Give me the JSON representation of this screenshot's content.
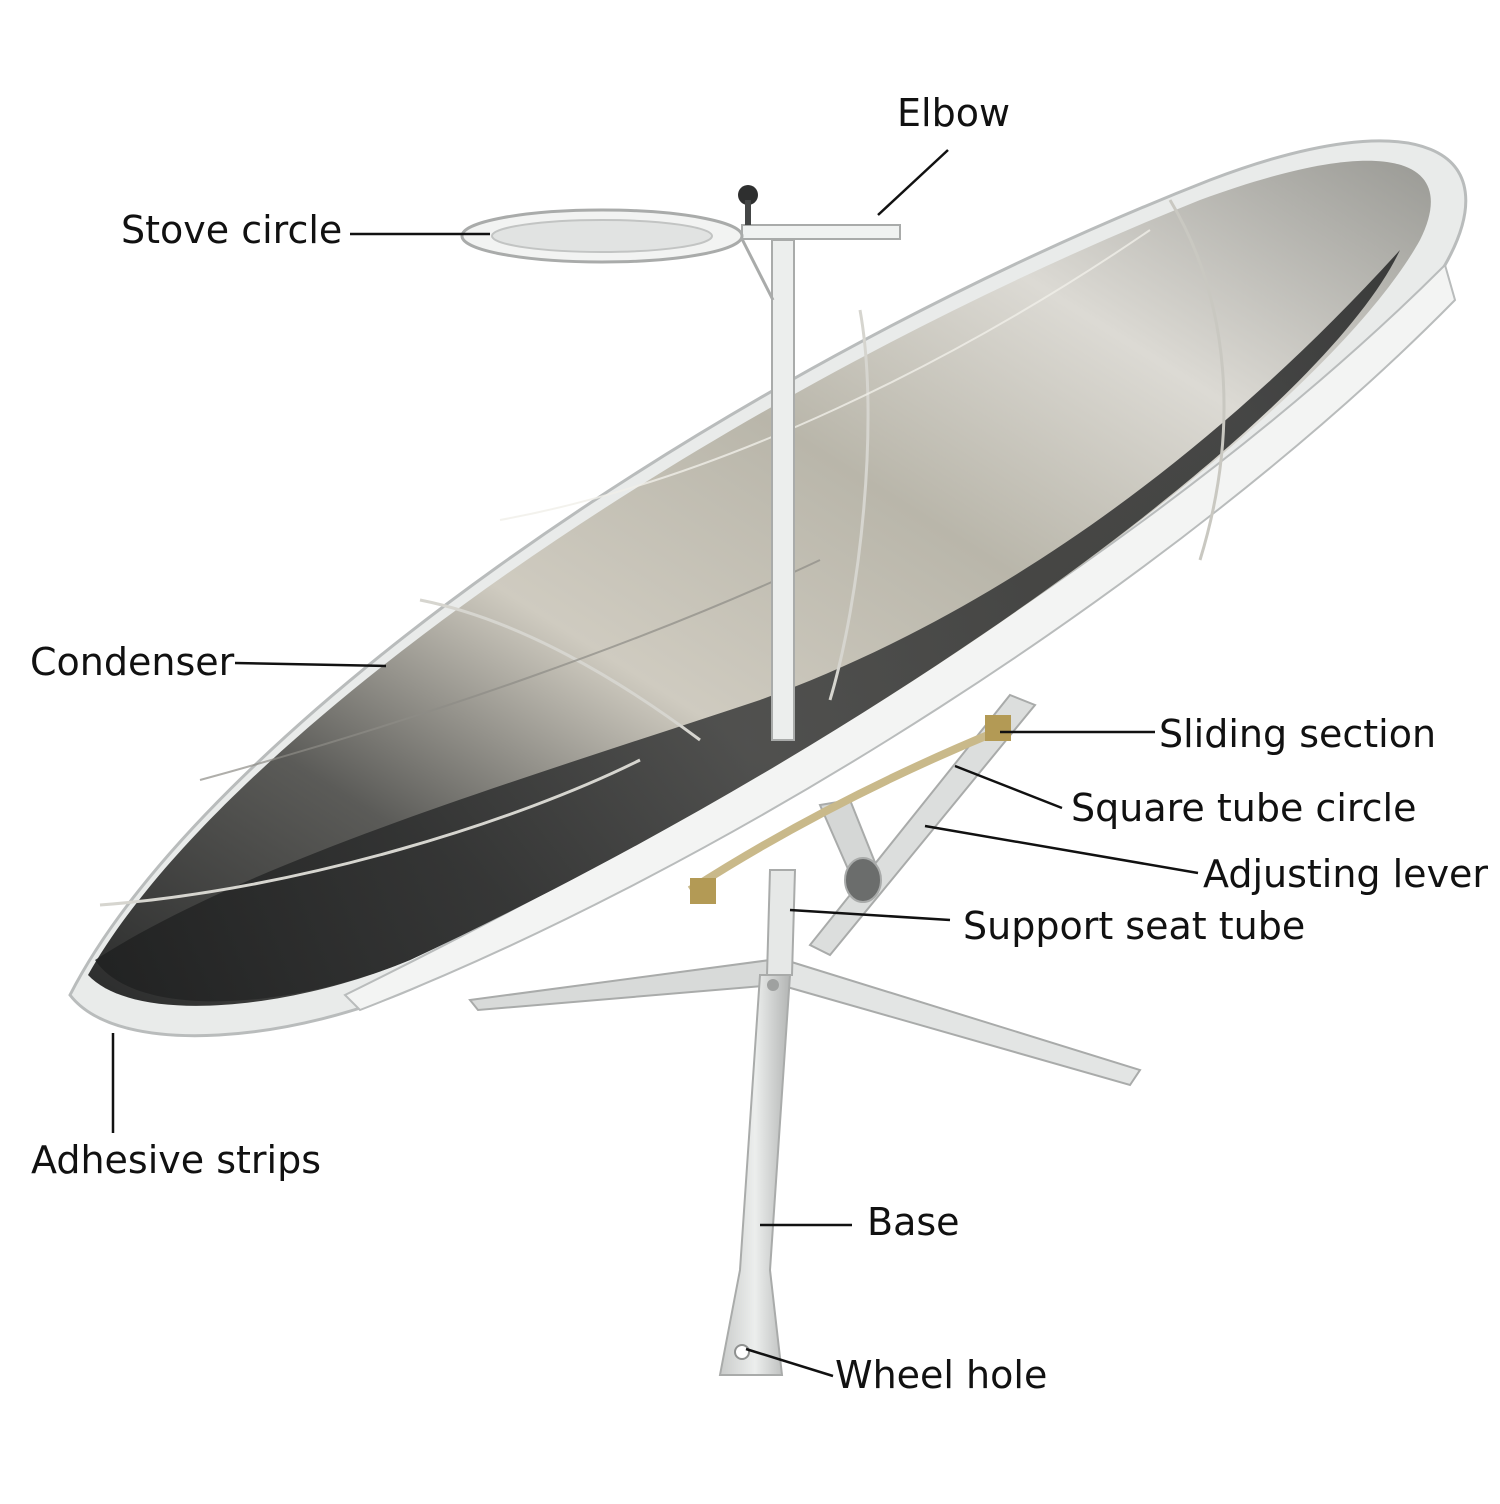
{
  "labels": {
    "elbow": "Elbow",
    "stove_circle": "Stove circle",
    "condenser": "Condenser",
    "sliding_section": "Sliding section",
    "square_tube_circle": "Square tube circle",
    "adjusting_lever": "Adjusting lever",
    "support_seat_tube": "Support seat tube",
    "adhesive_strips": "Adhesive strips",
    "base": "Base",
    "wheel_hole": "Wheel hole"
  },
  "colors": {
    "label_text": "#111111",
    "leader_line": "#111111",
    "frame": "#e9ebea",
    "frame_shadow": "#b9bcbc",
    "mirror_light": "#d4d2c9",
    "mirror_dark": "#2c2d2d",
    "background": "#ffffff"
  }
}
